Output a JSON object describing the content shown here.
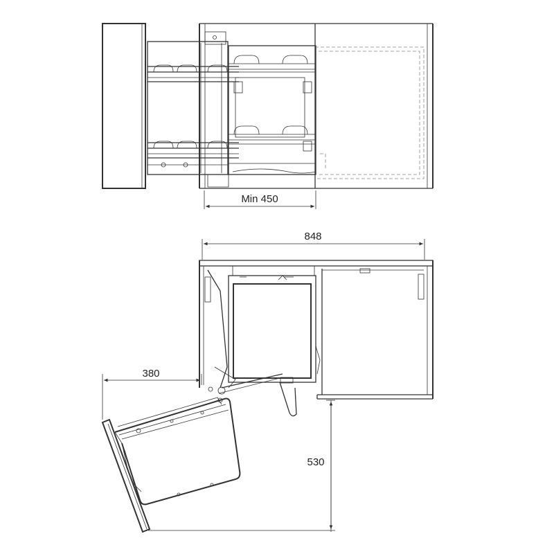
{
  "dimensions": {
    "min_depth": "Min 450",
    "width": "848",
    "swing_reach": "380",
    "opening_depth": "530"
  }
}
